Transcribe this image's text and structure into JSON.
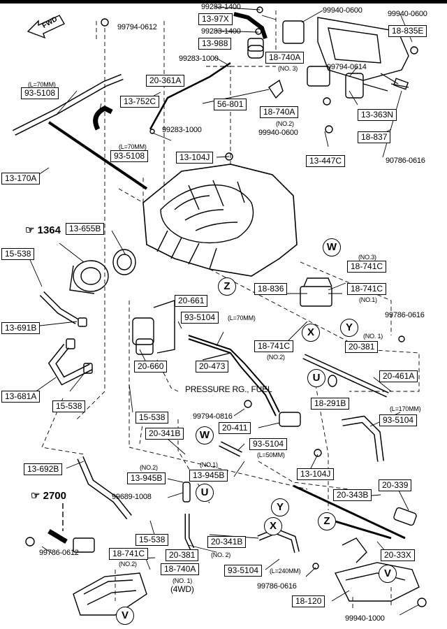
{
  "direction": "FWD",
  "refs": {
    "r1364": "1364",
    "r2700": "2700"
  },
  "labels": {
    "p99794_0612": "99794-0612",
    "p99283_1400a": "99283-1400",
    "p13_97X": "13-97X",
    "p99283_1400b": "99283-1400",
    "p13_988": "13-988",
    "p99283_1000a": "99283-1000",
    "p99940_0600a": "99940-0600",
    "p99940_0600b": "99940-0600",
    "p18_835E": "18-835E",
    "p18_740A_a": "18-740A",
    "no3a": "(NO. 3)",
    "p99794_0614": "99794-0614",
    "p20_361A": "20-361A",
    "len70a": "(L=70MM)",
    "p93_5108a": "93-5108",
    "p13_752C": "13-752C",
    "p56_801": "56-801",
    "p18_740A_b": "18-740A",
    "no2a": "(NO.2)",
    "p99940_0600c": "99940-0600",
    "p13_363N": "13-363N",
    "p99283_1000b": "99283-1000",
    "len70b": "(L=70MM)",
    "p93_5108b": "93-5108",
    "p18_837": "18-837",
    "p13_104J_a": "13-104J",
    "p13_447C": "13-447C",
    "p90786_0616": "90786-0616",
    "p13_170A": "13-170A",
    "p13_655B": "13-655B",
    "p15_538a": "15-538",
    "no3b": "(NO.3)",
    "p18_741C_a": "18-741C",
    "p18_836": "18-836",
    "p18_741C_b": "18-741C",
    "no1a": "(NO.1)",
    "p20_661": "20-661",
    "p99786_0616a": "99786-0616",
    "p93_5104a": "93-5104",
    "len70c": "(L=70MM)",
    "no1b": "(NO. 1)",
    "p13_691B": "13-691B",
    "p18_741C_c": "18-741C",
    "no2b": "(NO.2)",
    "p20_381a": "20-381",
    "p20_660": "20-660",
    "p20_473": "20-473",
    "p20_461A": "20-461A",
    "p13_681A": "13-681A",
    "p15_538b": "15-538",
    "pressure": "PRESSURE RG., FUEL",
    "p18_291B": "18-291B",
    "len170": "(L=170MM)",
    "p15_538c": "15-538",
    "p99794_0816": "99794-0816",
    "p93_5104b": "93-5104",
    "p20_411": "20-411",
    "p20_341B_a": "20-341B",
    "p93_5104c": "93-5104",
    "len50": "(L=50MM)",
    "p13_692B": "13-692B",
    "no2c": "(NO.2)",
    "p13_945B_a": "13-945B",
    "no1c": "(NO.1)",
    "p13_945B_b": "13-945B",
    "p13_104J_b": "13-104J",
    "p20_339": "20-339",
    "p99689_1008": "99689-1008",
    "p20_343B": "20-343B",
    "p15_538d": "15-538",
    "p20_341B_b": "20-341B",
    "p99786_0612": "99786-0612",
    "p18_741C_d": "18-741C",
    "no2d": "(NO.2)",
    "p20_381b": "20-381",
    "no2e": "(NO. 2)",
    "p20_33X": "20-33X",
    "p18_740A_c": "18-740A",
    "no1d": "(NO. 1)",
    "p93_5104d": "93-5104",
    "len240": "(L=240MM)",
    "p99786_0616b": "99786-0616",
    "fwd4": "(4WD)",
    "p18_120": "18-120",
    "p99940_1000": "99940-1000"
  },
  "callouts": {
    "W1": "W",
    "Z1": "Z",
    "X1": "X",
    "Y1": "Y",
    "U1": "U",
    "W2": "W",
    "U2": "U",
    "Y2": "Y",
    "X2": "X",
    "Z2": "Z",
    "V1": "V",
    "V2": "V"
  }
}
